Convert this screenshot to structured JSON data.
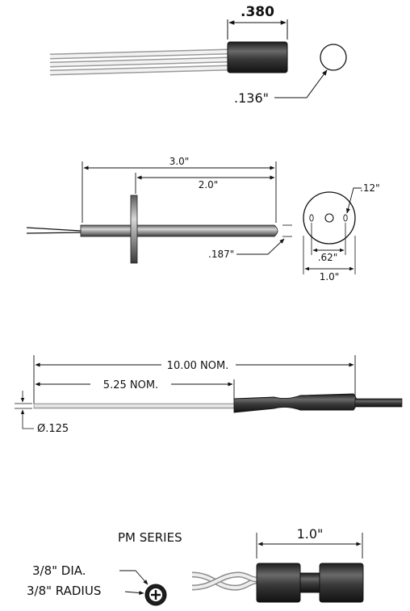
{
  "drawing_1": {
    "length_label": ".380",
    "diameter_label": ".136\""
  },
  "drawing_2": {
    "overall_length_label": "3.0\"",
    "insertion_length_label": "2.0\"",
    "probe_diameter_label": ".187\"",
    "hole_diameter_label": ".12\"",
    "hole_spacing_label": ".62\"",
    "flange_diameter_label": "1.0\""
  },
  "drawing_3": {
    "overall_length_label": "10.00 NOM.",
    "sheath_length_label": "5.25 NOM.",
    "diameter_label": "Ø.125"
  },
  "drawing_4": {
    "series_label": "PM SERIES",
    "length_label": "1.0\"",
    "dia_label": "3/8\" DIA.",
    "radius_label": "3/8\" RADIUS"
  },
  "colors": {
    "line": "#111111",
    "metal_dark": "#3a3a3a",
    "metal_light": "#cfcfcf",
    "black_part": "#1a1a1a"
  }
}
